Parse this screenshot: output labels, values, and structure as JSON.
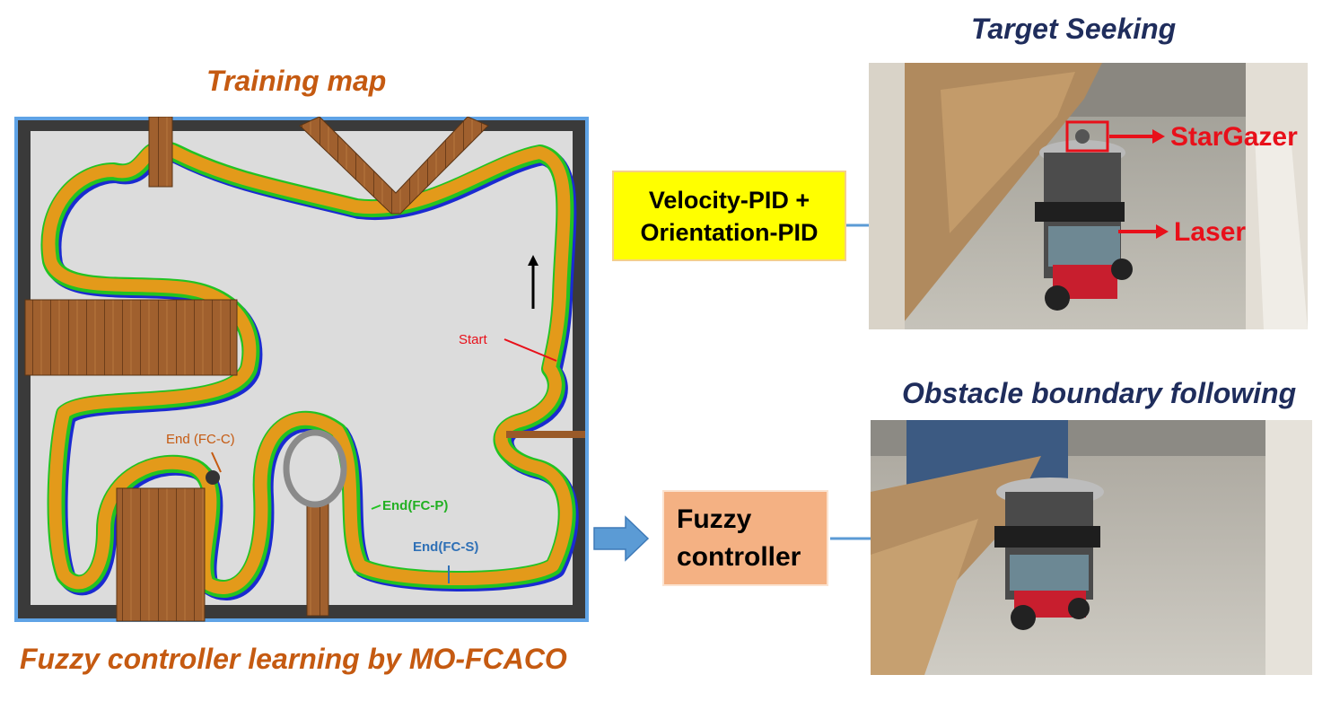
{
  "titles": {
    "training_map": "Training map",
    "learning": "Fuzzy controller learning by MO-FCACO",
    "target_seeking": "Target Seeking",
    "obstacle_following": "Obstacle boundary following"
  },
  "map_labels": {
    "start": "Start",
    "end_fc_c": "End (FC-C)",
    "end_fc_p": "End(FC-P)",
    "end_fc_s": "End(FC-S)"
  },
  "boxes": {
    "pid_line1": "Velocity-PID +",
    "pid_line2": "Orientation-PID",
    "fuzzy_line1": "Fuzzy",
    "fuzzy_line2": "controller"
  },
  "robot_labels": {
    "stargazer": "StarGazer",
    "laser": "Laser"
  },
  "colors": {
    "orange_title": "#c55a11",
    "navy_title": "#1f2d5c",
    "pid_box": "#ffff00",
    "fuzzy_box": "#f4b183",
    "arrow_blue": "#5b9bd5",
    "red": "#e8101a"
  }
}
